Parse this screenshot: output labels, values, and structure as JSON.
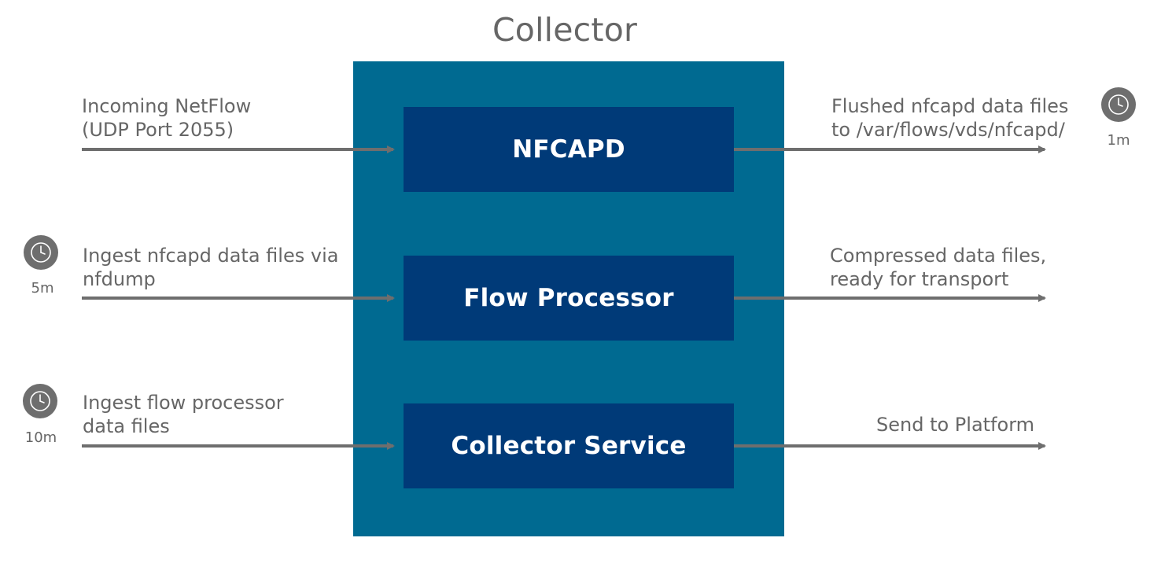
{
  "title": "Collector",
  "components": [
    {
      "label": "NFCAPD"
    },
    {
      "label": "Flow Processor"
    },
    {
      "label": "Collector Service"
    }
  ],
  "inputs": [
    {
      "line1": "Incoming NetFlow",
      "line2": "(UDP Port 2055)"
    },
    {
      "line1": "Ingest nfcapd data files via",
      "line2": "nfdump",
      "interval": "5m",
      "icon": "clock-icon"
    },
    {
      "line1": "Ingest flow processor",
      "line2": "data files",
      "interval": "10m",
      "icon": "clock-icon"
    }
  ],
  "outputs": [
    {
      "line1": "Flushed nfcapd data files",
      "line2": "to /var/flows/vds/nfcapd/",
      "interval": "1m",
      "icon": "clock-icon"
    },
    {
      "line1": "Compressed data files,",
      "line2": "ready for transport"
    },
    {
      "line1": "Send to Platform"
    }
  ],
  "colors": {
    "container": "#006a91",
    "box": "#003a78",
    "arrow": "#6e6e6e",
    "text": "#666666",
    "clock": "#6e6e6e"
  }
}
